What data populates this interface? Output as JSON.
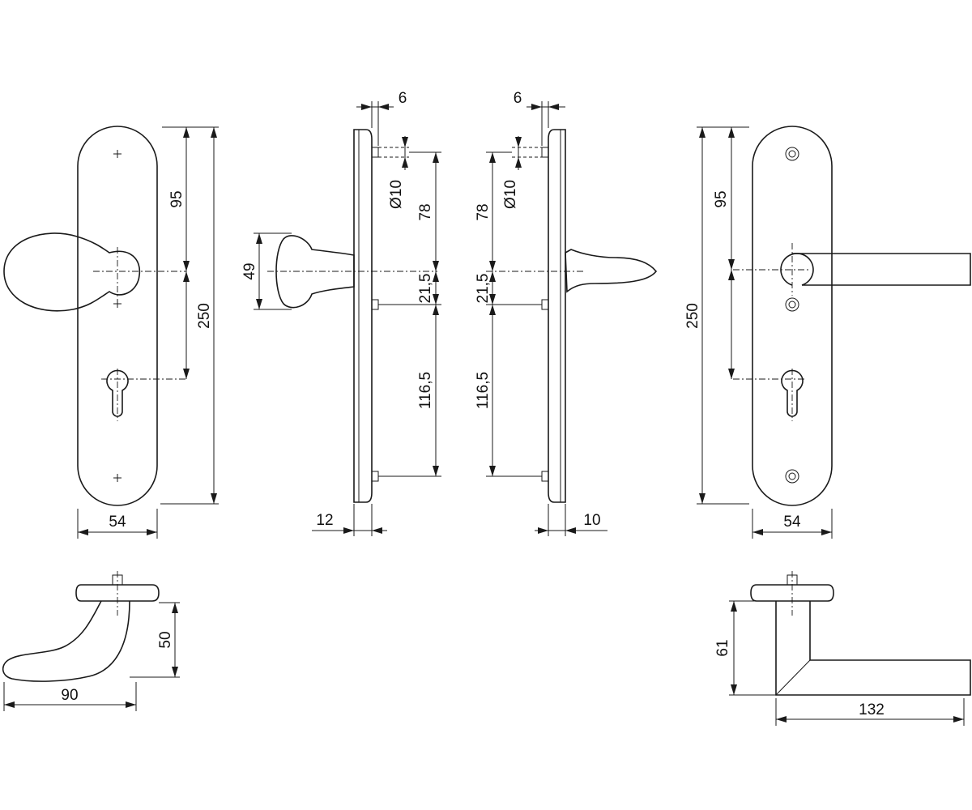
{
  "dimensions": {
    "front_left": {
      "width": "54",
      "to_knob": "95",
      "height": "250"
    },
    "side_left": {
      "thickness": "12",
      "screw_offset": "6",
      "screw_dia": "Ø10",
      "upper": "78",
      "mid": "21,5",
      "lower": "116,5",
      "knob_height": "49"
    },
    "side_right": {
      "thickness": "10",
      "screw_offset": "6",
      "screw_dia": "Ø10",
      "upper": "78",
      "mid": "21,5",
      "lower": "116,5"
    },
    "front_right": {
      "width": "54",
      "to_lever": "95",
      "height": "250"
    },
    "top_left": {
      "projection": "90",
      "height": "50"
    },
    "top_right": {
      "projection": "132",
      "height": "61"
    }
  },
  "colors": {
    "line": "#1a1a1a",
    "background": "#ffffff"
  }
}
